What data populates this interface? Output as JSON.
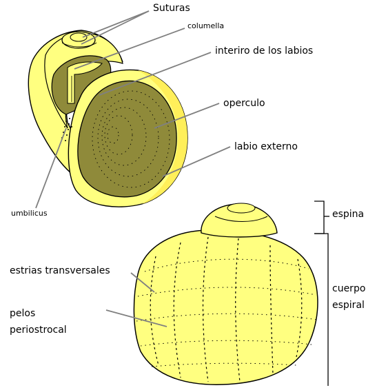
{
  "labels": {
    "suturas": "Suturas",
    "columella": "columella",
    "interior_labios": "interiro de los labios",
    "operculo": "operculo",
    "labio_externo": "labio externo",
    "umbilicus": "umbilicus",
    "espina": "espina",
    "estrias": "estrias transversales",
    "pelos_line1": "pelos",
    "pelos_line2": "periostrocal",
    "cuerpo_line1": "cuerpo",
    "cuerpo_line2": "espiral"
  },
  "colors": {
    "shell": "#FFFF80",
    "shell_shade": "#FFEF5A",
    "operculum": "#8F8A3A",
    "outline": "#000000",
    "leader": "#808080"
  }
}
